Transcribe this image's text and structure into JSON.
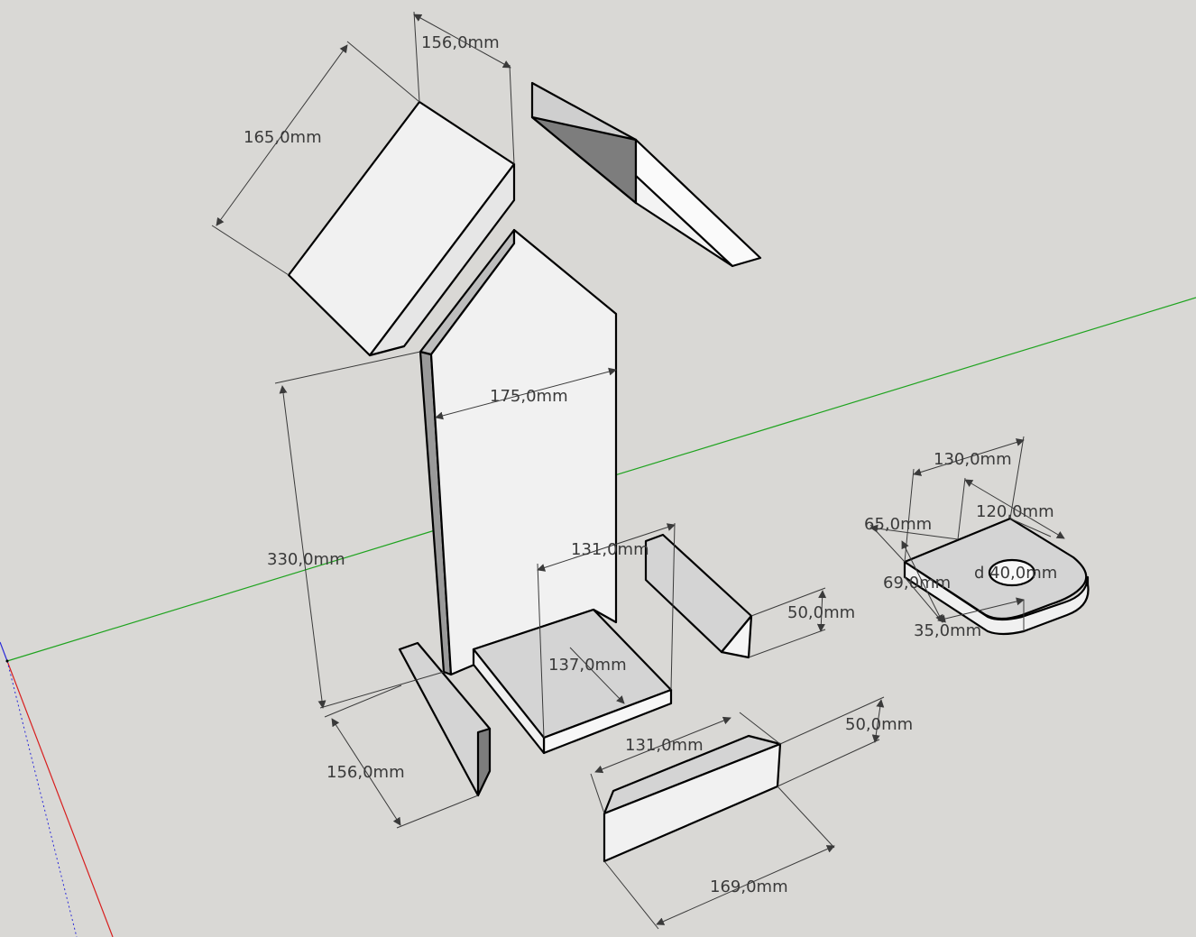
{
  "app": {
    "name": "SketchUp 3D modeling viewport"
  },
  "colors": {
    "background": "#d9d8d5",
    "green_axis": "#1fa31f",
    "red_axis": "#d81e1e",
    "blue_axis": "#2a2ad8",
    "face_light": "#f1f1f1",
    "face_mid": "#d4d4d4",
    "face_dark": "#7d7d7d",
    "edge": "#000000",
    "dimension_text": "#3a3a3a"
  },
  "dimensions": {
    "roof_width": "165,0mm",
    "roof_depth": "156,0mm",
    "front_width": "175,0mm",
    "front_height": "330,0mm",
    "base_length": "156,0mm",
    "floor_width": "131,0mm",
    "floor_depth": "137,0mm",
    "side_block_height": "50,0mm",
    "lower_front_width": "131,0mm",
    "lower_front_height": "50,0mm",
    "lower_front_length": "169,0mm",
    "plate_width": "130,0mm",
    "plate_depth": "120,0mm",
    "plate_offset": "65,0mm",
    "plate_height": "69,0mm",
    "plate_hole": "d 40,0mm",
    "plate_hole_offset": "35,0mm"
  },
  "icons": [
    "axis-origin-icon"
  ]
}
